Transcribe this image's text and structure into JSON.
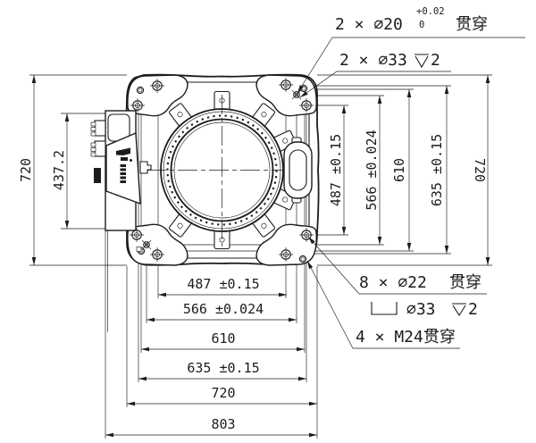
{
  "drawing_type": "engineering-dimension-drawing",
  "colors": {
    "ink": "#1c1c1c",
    "background": "#ffffff"
  },
  "annotations": {
    "top": [
      {
        "prefix": "2 × ⌀20",
        "tol_upper": "+0.02",
        "tol_lower": "0",
        "through": "贯穿"
      },
      {
        "prefix": "2 × ⌀33",
        "depth_symbol": "depth",
        "depth": "2"
      }
    ],
    "bottom_right": [
      {
        "prefix": "8 × ⌀22",
        "through": "贯穿"
      },
      {
        "cbore_symbol": "counterbore",
        "dia": "⌀33",
        "depth_symbol": "depth",
        "depth": "2"
      },
      {
        "label": "4 × M24贯穿"
      }
    ]
  },
  "dims": {
    "left": [
      {
        "label": "720"
      },
      {
        "label": "437.2"
      }
    ],
    "right": [
      {
        "label": "487 ±0.15"
      },
      {
        "label": "566 ±0.024"
      },
      {
        "label": "610"
      },
      {
        "label": "635 ±0.15"
      },
      {
        "label": "720"
      }
    ],
    "bottom": [
      {
        "label": "487 ±0.15"
      },
      {
        "label": "566 ±0.024"
      },
      {
        "label": "610"
      },
      {
        "label": "635 ±0.15"
      },
      {
        "label": "720"
      },
      {
        "label": "803"
      }
    ]
  }
}
